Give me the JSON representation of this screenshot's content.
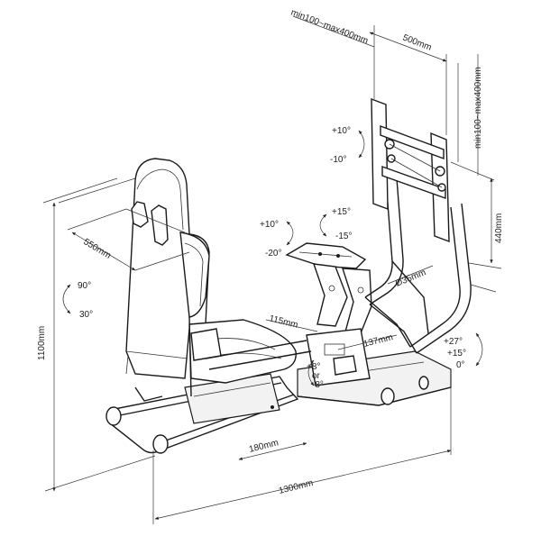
{
  "dimensions": {
    "monitor_depth_adjust": "min100~max400mm",
    "monitor_width": "500mm",
    "monitor_height_adjust": "min100~max400mm",
    "monitor_height": "440mm",
    "total_height": "1100mm",
    "seat_depth": "550mm",
    "rail_diameter": "Ø35mm",
    "wheel_post_offset": "115mm",
    "pedal_plate": "137mm",
    "slide_adjust": "180mm",
    "total_length": "1300mm"
  },
  "angles": {
    "monitor_tilt_up": "+10°",
    "monitor_tilt_down": "-10°",
    "wheel_tilt_up": "+10°",
    "wheel_tilt_down": "-20°",
    "wheel_rotate_up": "+15°",
    "wheel_rotate_down": "-15°",
    "seat_back_max": "90°",
    "seat_back_min": "30°",
    "pedal_up": "+8°",
    "pedal_or": "or",
    "pedal_down": "-8°",
    "pedal_angle_a": "+27°",
    "pedal_angle_b": "+15°",
    "pedal_angle_c": "0°"
  }
}
